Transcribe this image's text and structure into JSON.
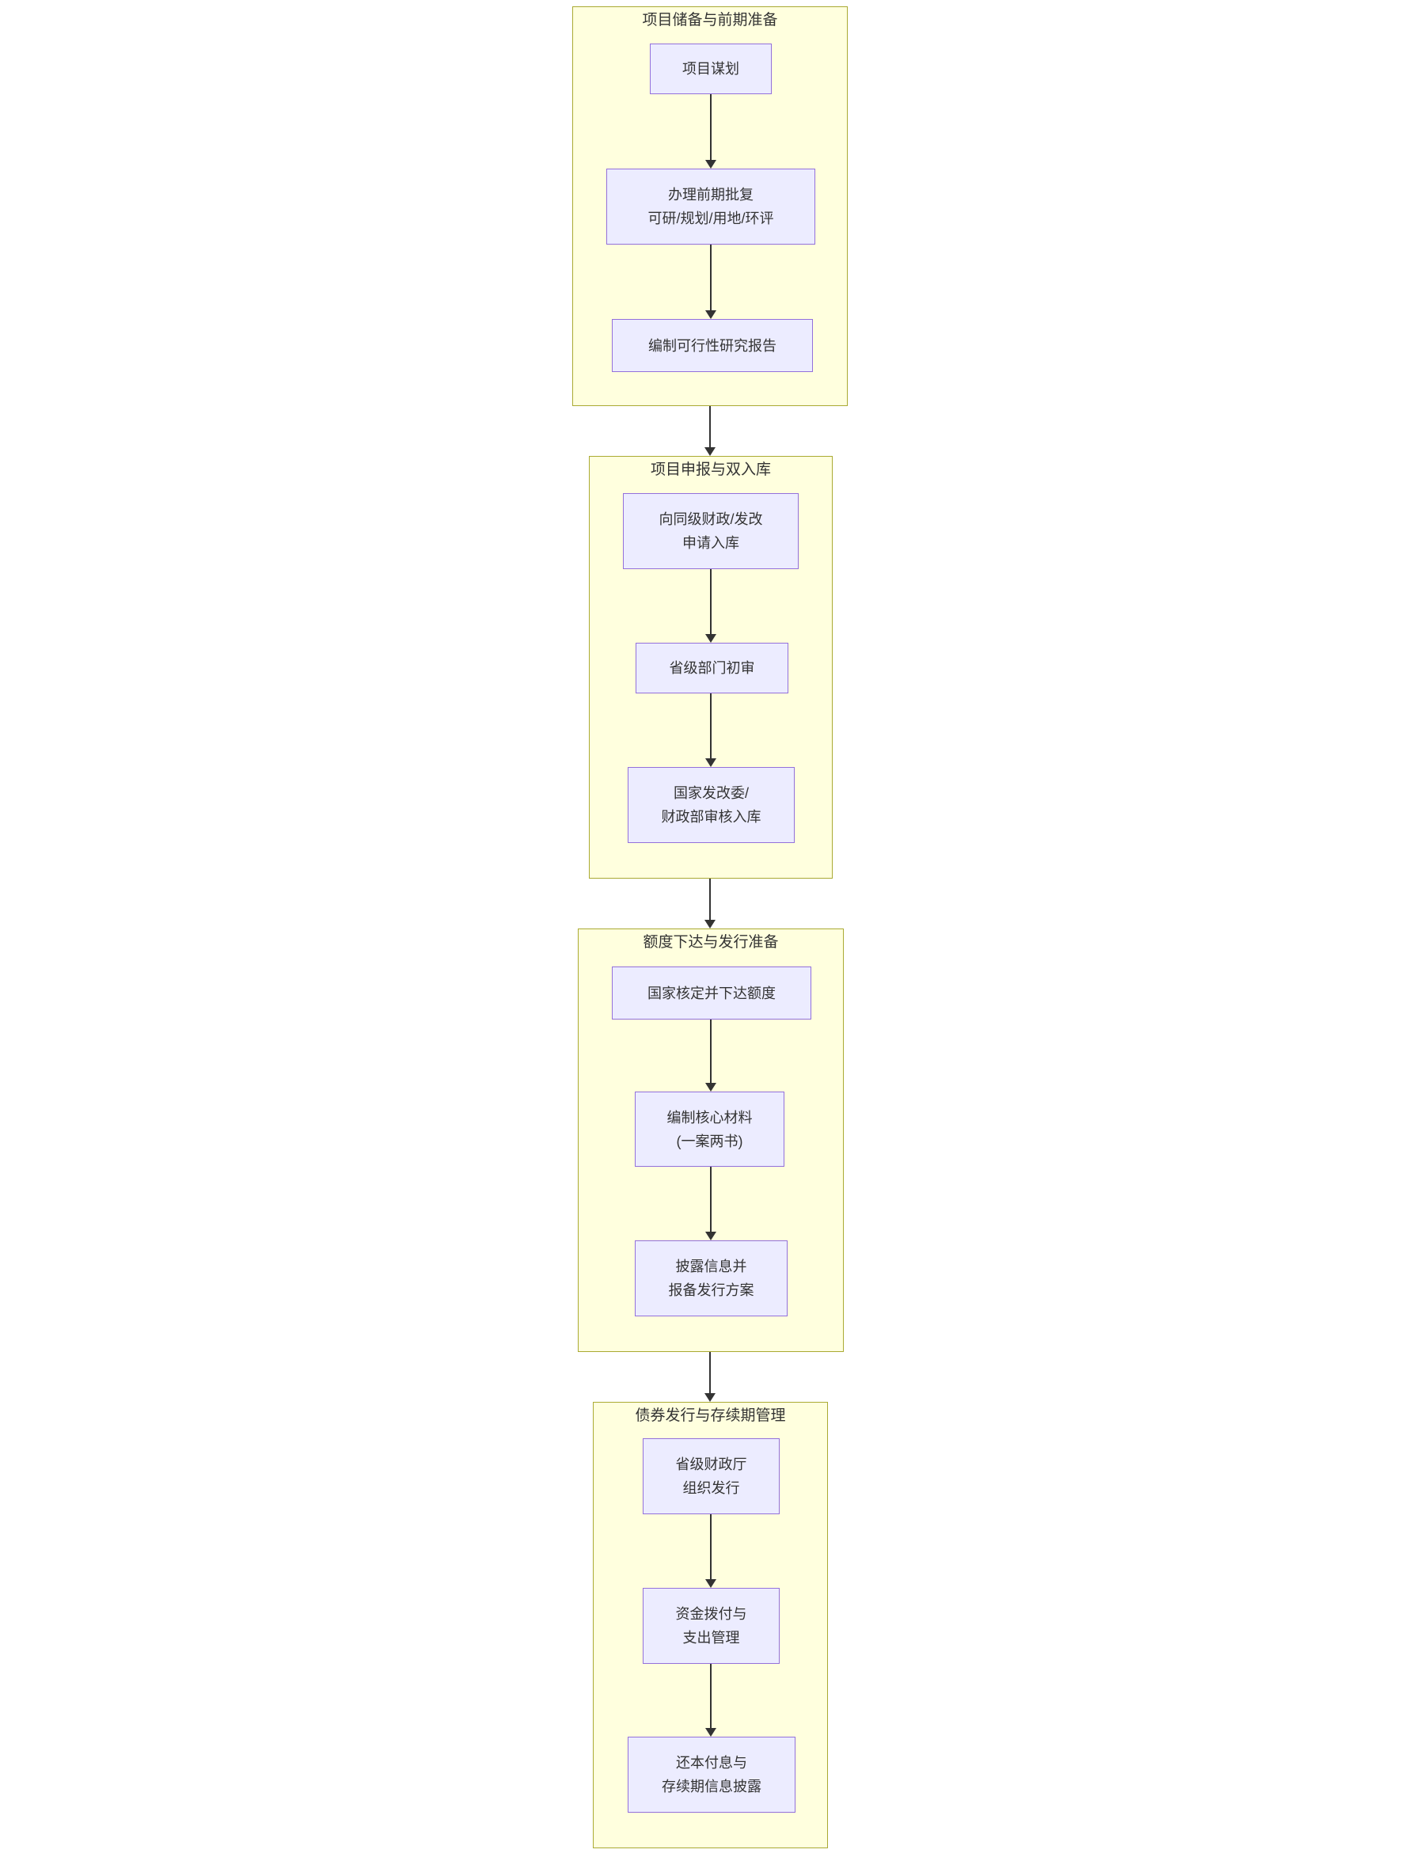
{
  "colors": {
    "background": "#ffffff",
    "group_fill": "#ffffde",
    "group_border": "#aaaa33",
    "node_fill": "#ececff",
    "node_border": "#9370db",
    "edge": "#333333",
    "text": "#333333"
  },
  "flowchart": {
    "direction": "top-to-bottom",
    "groups": [
      {
        "title": "项目储备与前期准备",
        "nodes": [
          {
            "lines": [
              "项目谋划"
            ]
          },
          {
            "lines": [
              "办理前期批复",
              "可研/规划/用地/环评"
            ]
          },
          {
            "lines": [
              "编制可行性研究报告"
            ]
          }
        ]
      },
      {
        "title": "项目申报与双入库",
        "nodes": [
          {
            "lines": [
              "向同级财政/发改",
              "申请入库"
            ]
          },
          {
            "lines": [
              "省级部门初审"
            ]
          },
          {
            "lines": [
              "国家发改委/",
              "财政部审核入库"
            ]
          }
        ]
      },
      {
        "title": "额度下达与发行准备",
        "nodes": [
          {
            "lines": [
              "国家核定并下达额度"
            ]
          },
          {
            "lines": [
              "编制核心材料",
              "(一案两书)"
            ]
          },
          {
            "lines": [
              "披露信息并",
              "报备发行方案"
            ]
          }
        ]
      },
      {
        "title": "债券发行与存续期管理",
        "nodes": [
          {
            "lines": [
              "省级财政厅",
              "组织发行"
            ]
          },
          {
            "lines": [
              "资金拨付与",
              "支出管理"
            ]
          },
          {
            "lines": [
              "还本付息与",
              "存续期信息披露"
            ]
          }
        ]
      }
    ]
  }
}
